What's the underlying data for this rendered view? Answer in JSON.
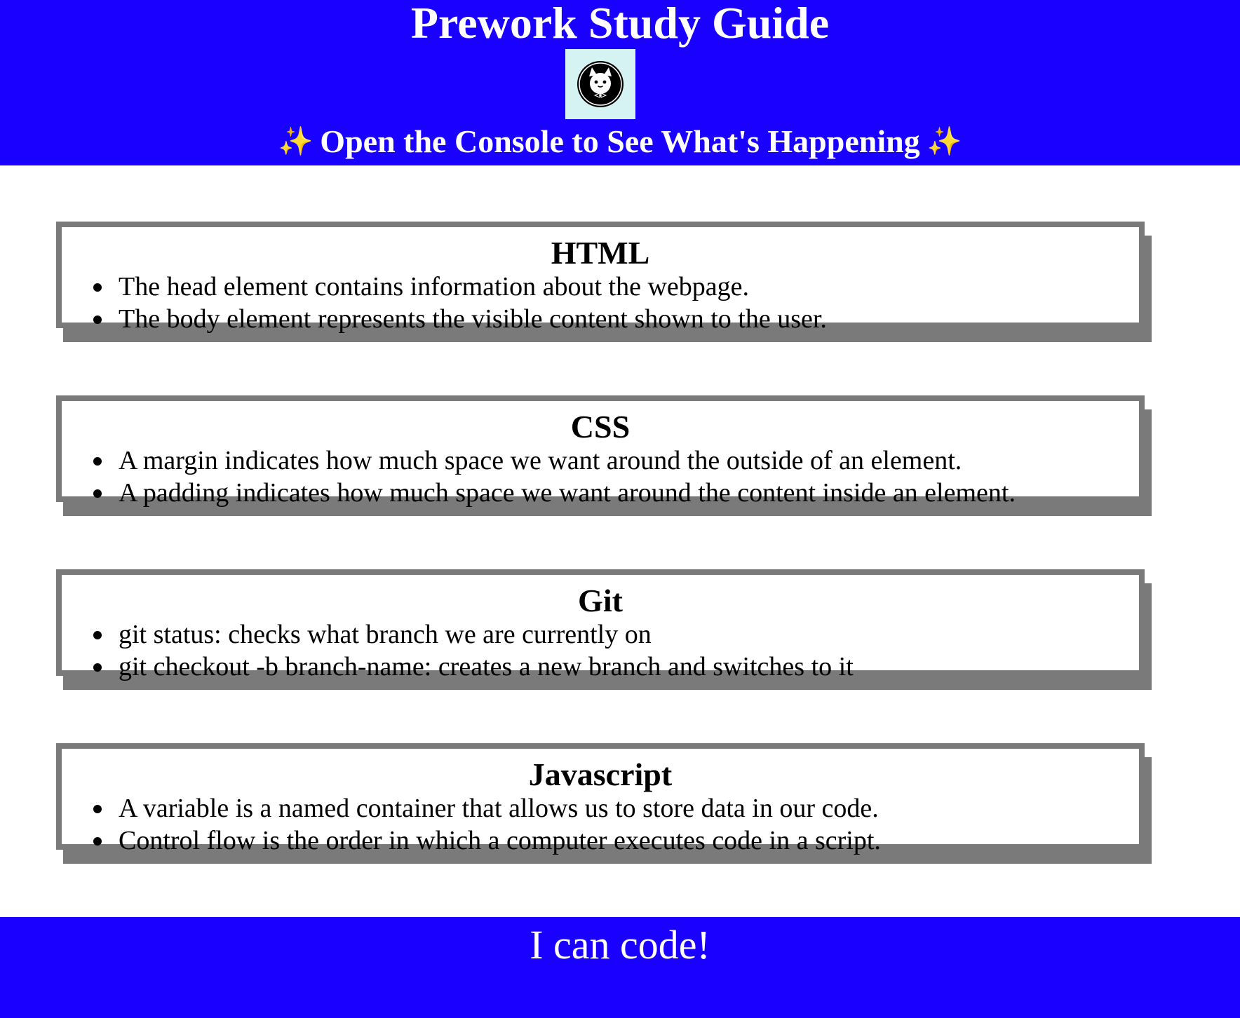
{
  "header": {
    "title": "Prework Study Guide",
    "logo_icon": "cat-logo-icon",
    "subtitle": "Open the Console to See What's Happening",
    "sparkle_left": "✨",
    "sparkle_right": "✨",
    "background_color": "#1a00ff"
  },
  "sections": [
    {
      "heading": "HTML",
      "items": [
        "The head element contains information about the webpage.",
        "The body element represents the visible content shown to the user."
      ]
    },
    {
      "heading": "CSS",
      "items": [
        "A margin indicates how much space we want around the outside of an element.",
        "A padding indicates how much space we want around the content inside an element."
      ]
    },
    {
      "heading": "Git",
      "items": [
        "git status: checks what branch we are currently on",
        "git checkout -b branch-name: creates a new branch and switches to it"
      ]
    },
    {
      "heading": "Javascript",
      "items": [
        "A variable is a named container that allows us to store data in our code.",
        "Control flow is the order in which a computer executes code in a script."
      ]
    }
  ],
  "footer": {
    "text": "I can code!",
    "background_color": "#1a00ff"
  },
  "colors": {
    "card_border": "#7a7a7a",
    "logo_background": "#d5f3f3"
  }
}
